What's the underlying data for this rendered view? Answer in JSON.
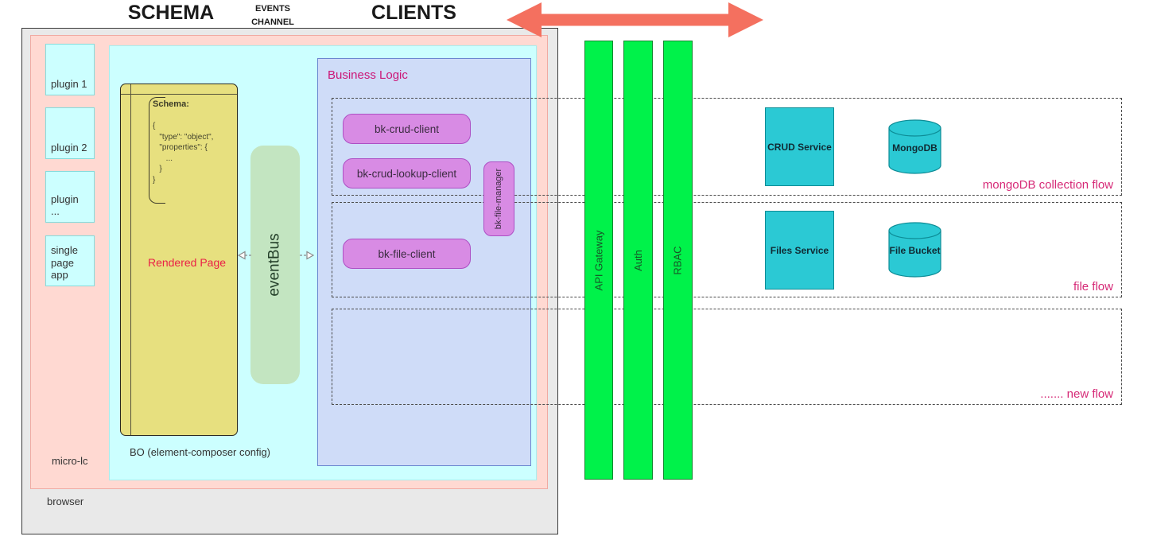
{
  "header": {
    "schema": "SCHEMA",
    "events_channel": [
      "EVENTS",
      "CHANNEL"
    ],
    "clients": "CLIENTS"
  },
  "browser": {
    "label": "browser",
    "micro_lc": {
      "label": "micro-lc",
      "plugins": [
        "plugin 1",
        "plugin 2",
        "plugin ...",
        "single page app"
      ],
      "bo": {
        "label": "BO (element-composer config)",
        "rendered_page": {
          "schema_title": "Schema:",
          "schema_code": "{\n   \"type\": \"object\",\n   \"properties\": {\n      ...\n   }\n}",
          "label": "Rendered Page"
        },
        "event_bus_label": "eventBus",
        "business_logic": {
          "title": "Business Logic",
          "clients": [
            "bk-crud-client",
            "bk-crud-lookup-client",
            "bk-file-client"
          ],
          "file_manager": "bk-file-manager"
        }
      }
    }
  },
  "middleware_bars": [
    "API Gateway",
    "Auth",
    "RBAC"
  ],
  "flows": [
    {
      "label": "mongoDB collection flow",
      "services": [
        "CRUD Service",
        "MongoDB"
      ]
    },
    {
      "label": "file flow",
      "services": [
        "Files Service",
        "File Bucket"
      ]
    },
    {
      "label": "....... new flow",
      "services": []
    }
  ],
  "colors": {
    "arrow_red": "#f4705f",
    "bar_green": "#00f24a",
    "service_teal": "#2bc9d4",
    "client_purple": "#d88be4",
    "business_logic_blue": "#cfdcf8",
    "event_bus_green": "#c3e5c1",
    "page_yellow": "#e7e07f",
    "plugin_cyan": "#ccffff",
    "micro_lc_pink": "#ffd9d2",
    "browser_gray": "#e9e9e9",
    "flow_label_magenta": "#d62a77",
    "rendered_page_red": "#ea2147"
  }
}
